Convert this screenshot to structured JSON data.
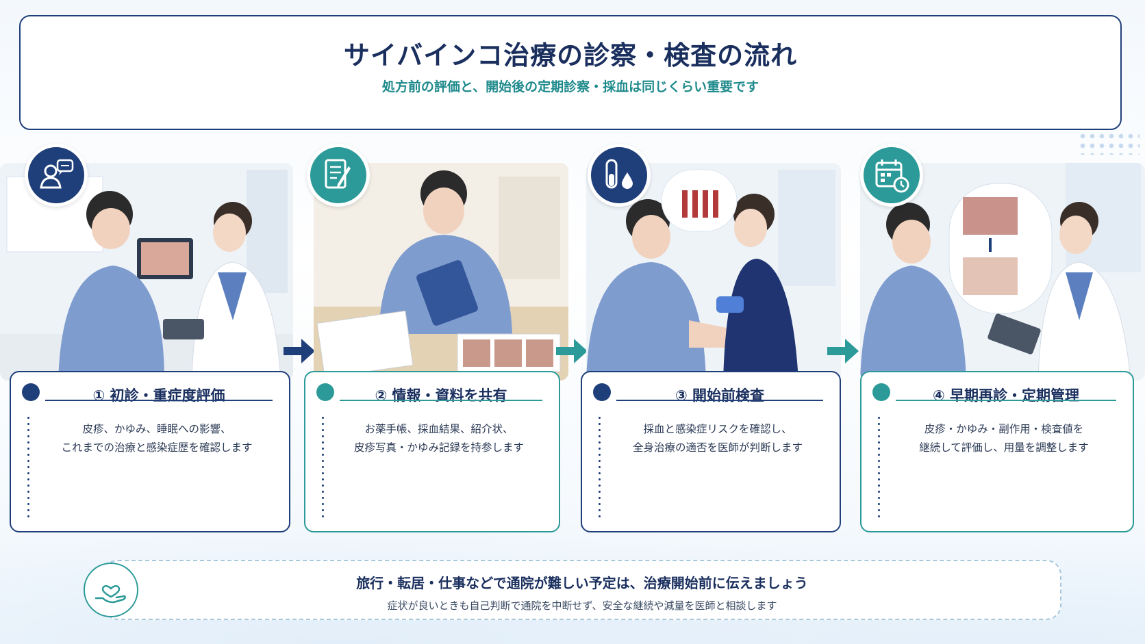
{
  "header": {
    "title": "サイバインコ治療の診察・検査の流れ",
    "subtitle": "処方前の評価と、開始後の定期診察・採血は同じくらい重要です"
  },
  "steps": [
    {
      "title": "① 初診・重症度評価",
      "text": "皮疹、かゆみ、睡眠への影響、\nこれまでの治療と感染症歴を確認します",
      "icon": "doctor-consultation-icon",
      "accent": "#1f3f7a"
    },
    {
      "title": "② 情報・資料を共有",
      "text": "お薬手帳、採血結果、紹介状、\n皮疹写真・かゆみ記録を持参します",
      "icon": "document-pen-icon",
      "accent": "#2b9a98"
    },
    {
      "title": "③ 開始前検査",
      "text": "採血と感染症リスクを確認し、\n全身治療の適否を医師が判断します",
      "icon": "test-tube-drop-icon",
      "accent": "#1f3f7a"
    },
    {
      "title": "④ 早期再診・定期管理",
      "text": "皮疹・かゆみ・副作用・検査値を\n継続して評価し、用量を調整します",
      "icon": "calendar-clock-icon",
      "accent": "#2b9a98"
    }
  ],
  "notice": {
    "title": "旅行・転居・仕事などで通院が難しい予定は、治療開始前に伝えましょう",
    "text": "症状が良いときも自己判断で通院を中断せず、安全な継続や減量を医師と相談します",
    "icon": "heart-hand-icon"
  },
  "colors": {
    "navy": "#1f3f7a",
    "teal": "#2b9a98",
    "title": "#1a2f5e"
  }
}
